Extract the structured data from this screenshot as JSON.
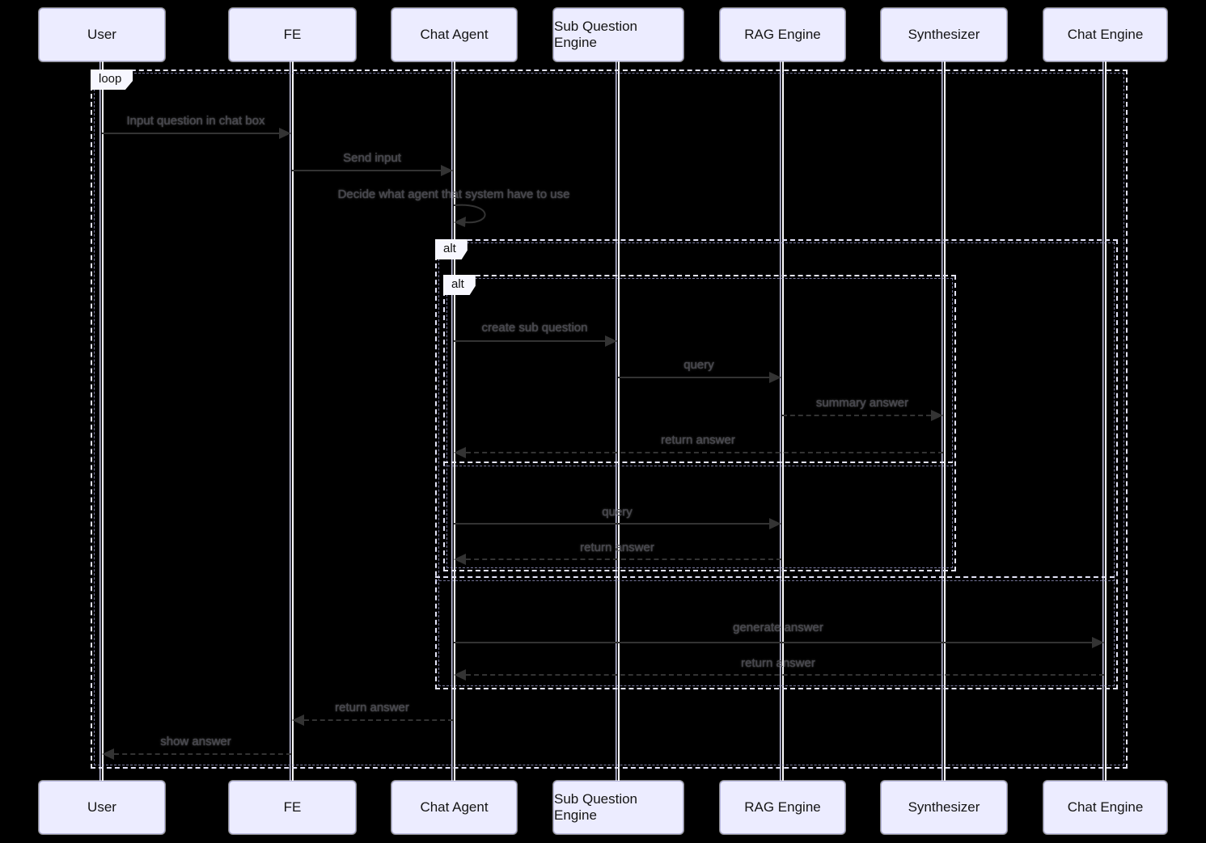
{
  "diagram": {
    "type": "sequence",
    "participants": [
      "User",
      "FE",
      "Chat Agent",
      "Sub Question Engine",
      "RAG Engine",
      "Synthesizer",
      "Chat Engine"
    ],
    "frames": {
      "loop": {
        "label": "loop"
      },
      "alt_outer": {
        "label": "alt"
      },
      "alt_inner": {
        "label": "alt"
      }
    },
    "messages": [
      {
        "label": "Input question in chat box",
        "from": "User",
        "to": "FE",
        "style": "solid"
      },
      {
        "label": "Send input",
        "from": "FE",
        "to": "Chat Agent",
        "style": "solid"
      },
      {
        "label": "Decide what agent that system have to use",
        "from": "Chat Agent",
        "to": "Chat Agent",
        "style": "self"
      },
      {
        "label": "create sub question",
        "from": "Chat Agent",
        "to": "Sub Question Engine",
        "style": "solid"
      },
      {
        "label": "query",
        "from": "Sub Question Engine",
        "to": "RAG Engine",
        "style": "solid"
      },
      {
        "label": "summary answer",
        "from": "RAG Engine",
        "to": "Synthesizer",
        "style": "dashed"
      },
      {
        "label": "return answer",
        "from": "Synthesizer",
        "to": "Chat Agent",
        "style": "dashed"
      },
      {
        "label": "query",
        "from": "Chat Agent",
        "to": "RAG Engine",
        "style": "solid"
      },
      {
        "label": "return answer",
        "from": "RAG Engine",
        "to": "Chat Agent",
        "style": "dashed"
      },
      {
        "label": "generate answer",
        "from": "Chat Agent",
        "to": "Chat Engine",
        "style": "solid"
      },
      {
        "label": "return answer",
        "from": "Chat Engine",
        "to": "Chat Agent",
        "style": "dashed"
      },
      {
        "label": "return answer",
        "from": "Chat Agent",
        "to": "FE",
        "style": "dashed"
      },
      {
        "label": "show answer",
        "from": "FE",
        "to": "User",
        "style": "dashed"
      }
    ],
    "colors": {
      "background": "#000000",
      "actor_fill": "#ECECFF",
      "actor_border": "#B6B6DE",
      "signal": "#333333",
      "frame_border": "#E3E3F7",
      "frame_label_fill": "#F7F7FF"
    }
  }
}
